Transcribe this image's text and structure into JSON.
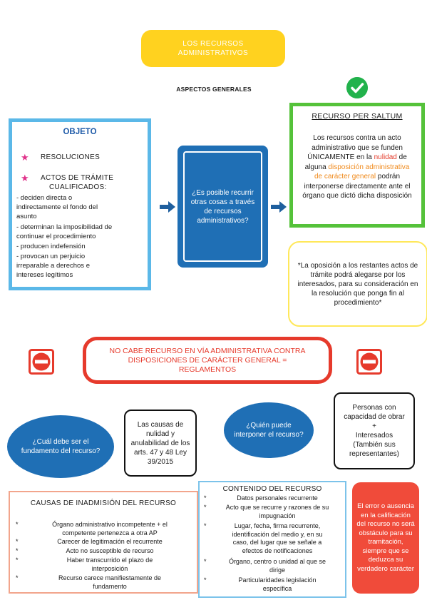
{
  "title": "LOS RECURSOS ADMINISTRATIVOS",
  "subtitle": "ASPECTOS GENERALES",
  "objeto": {
    "title": "OBJETO",
    "bullet1": "RESOLUCIONES",
    "bullet2a": "ACTOS DE TRÁMITE",
    "bullet2b": "CUALIFICADOS:",
    "items": [
      "- deciden directa o",
      "indirectamente el fondo del",
      "asunto",
      "- determinan la imposibilidad de",
      "continuar el procedimiento",
      "- producen  indefensión",
      "- provocan un perjuicio",
      "irreparable a derechos e",
      "intereses legítimos"
    ]
  },
  "center_question": "¿Es posible recurrir otras cosas a través de recursos administrativos?",
  "per_saltum": {
    "title": "RECURSO PER SALTUM",
    "t1": "Los recursos contra un acto administrativo que se funden ",
    "t2": "ÚNICAMENTE",
    "t3": " en la ",
    "t4": "nulidad",
    "t5": " de alguna ",
    "t6": "disposición administrativa de carácter general",
    "t7": " podrán interponerse directamente ante el órgano que dictó dicha disposición"
  },
  "nota": "*La oposición a los restantes actos de trámite podrá alegarse por los interesados,  para su consideración en la resolución que ponga fin al procedimiento*",
  "no_cabe": "NO CABE RECURSO EN VÍA ADMINISTRATIVA CONTRA DISPOSICIONES DE CARÁCTER GENERAL = REGLAMENTOS",
  "q_fundamento": "¿Cuál debe ser el fundamento del recurso?",
  "causas_nulidad": "Las causas de nulidad y anulabilidad de los arts. 47 y 48 Ley 39/2015",
  "q_interponer": "¿Quién puede interponer el recurso?",
  "personas": {
    "line1": "Personas con capacidad de obrar",
    "plus": "+",
    "line2": "Interesados",
    "line3": "(También sus representantes)"
  },
  "inadmision": {
    "title": "CAUSAS DE INADMISIÓN DEL RECURSO",
    "bullet": "*",
    "items": [
      [
        "Órgano administrativo incompetente + el",
        "competente pertenezca a otra AP"
      ],
      [
        "Carecer de legitimación el recurrente"
      ],
      [
        "Acto no susceptible de recurso"
      ],
      [
        "Haber transcurrido el plazo de",
        "interposición"
      ],
      [
        "Recurso carece manifiestamente de",
        "fundamento"
      ]
    ]
  },
  "contenido": {
    "title": "CONTENIDO DEL RECURSO",
    "bullet": "*",
    "items": [
      [
        "Datos personales recurrente"
      ],
      [
        "Acto que se recurre y razones de su",
        "impugnación"
      ],
      [
        "Lugar, fecha, firma recurrente,",
        "identificación del medio y, en su",
        "caso, del lugar que se señale a",
        "efectos de notificaciones"
      ],
      [
        "Órgano, centro o unidad al que se",
        "dirige"
      ],
      [
        "Particularidades legislación",
        "específica"
      ]
    ]
  },
  "error_note": "El error o ausencia en la calificación del recurso no será obstáculo para su tramitación, siempre que se deduzca su verdadero carácter",
  "colors": {
    "yellow": "#ffd21f",
    "blue": "#1f6fb5",
    "light_blue": "#5bb8e8",
    "green": "#55c23a",
    "red": "#e63a2c",
    "pink": "#e0328a",
    "orange": "#f08a1c"
  },
  "icons": [
    "check-icon",
    "star-icon",
    "arrow-right-icon",
    "no-entry-icon"
  ]
}
